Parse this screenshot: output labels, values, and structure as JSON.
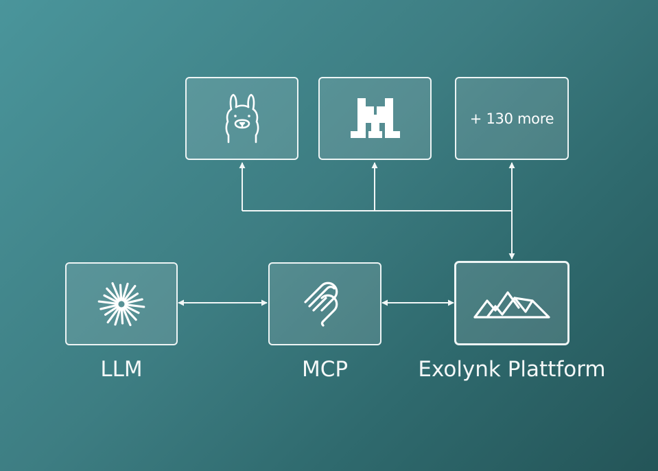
{
  "top_row": {
    "ollama": {
      "icon": "llama-icon"
    },
    "mistral": {
      "icon": "mistral-icon"
    },
    "more": {
      "label": "+ 130 more"
    }
  },
  "bottom_row": {
    "llm": {
      "icon": "sparkle-icon",
      "label": "LLM"
    },
    "mcp": {
      "icon": "mcp-icon",
      "label": "MCP"
    },
    "platform": {
      "icon": "mountain-logo-icon",
      "label": "Exolynk Plattform"
    }
  },
  "colors": {
    "line": "#f2f7f7",
    "box_border": "#eef5f5"
  }
}
